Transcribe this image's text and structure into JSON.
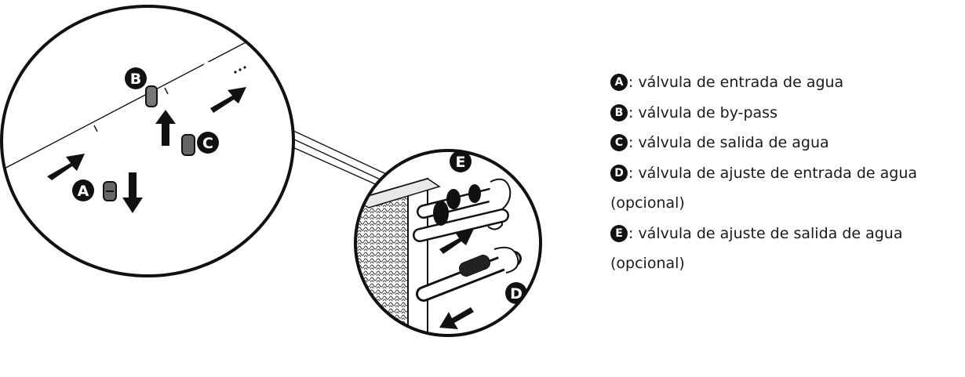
{
  "diagram": {
    "labels": {
      "a": "A",
      "b": "B",
      "c": "C",
      "d": "D",
      "e": "E"
    }
  },
  "legend": [
    {
      "badge": "A",
      "text": ": válvula de entrada de agua"
    },
    {
      "badge": "B",
      "text": ": válvula de by-pass"
    },
    {
      "badge": "C",
      "text": ": válvula de salida de agua"
    },
    {
      "badge": "D",
      "text": ": válvula de ajuste de entrada de agua"
    },
    {
      "badge": "",
      "text": "(opcional)"
    },
    {
      "badge": "E",
      "text": ": válvula de ajuste de salida de agua"
    },
    {
      "badge": "",
      "text": "(opcional)"
    }
  ]
}
